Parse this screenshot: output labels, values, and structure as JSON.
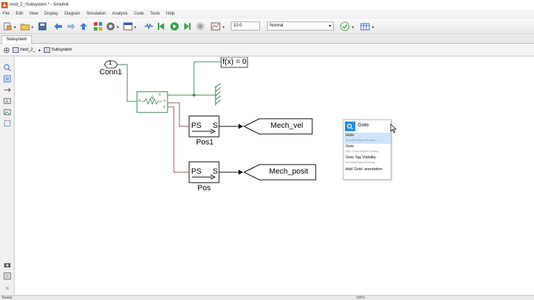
{
  "window": {
    "title": "mod_2_/Subsystem * - Simulink"
  },
  "menu": [
    "File",
    "Edit",
    "View",
    "Display",
    "Diagram",
    "Simulation",
    "Analysis",
    "Code",
    "Tools",
    "Help"
  ],
  "toolbar": {
    "stop_time": "10.0",
    "sim_mode": "Normal",
    "icons": [
      "new-model-icon",
      "open-folder-icon",
      "save-icon",
      "back-arrow-icon",
      "forward-arrow-icon",
      "up-to-parent-icon",
      "library-browser-icon",
      "model-config-icon",
      "step-back-icon",
      "run-icon",
      "step-forward-icon",
      "stop-icon",
      "scope-icon",
      "check-icon",
      "grid-icon"
    ]
  },
  "tabs": [
    {
      "label": "Subsystem"
    }
  ],
  "breadcrumb": {
    "items": [
      "mod_2_",
      "Subsystem"
    ]
  },
  "diagram": {
    "conn_port_number": "1",
    "conn_label": "Conn1",
    "solver_block_text": "f(x) = 0",
    "ps_block_1": {
      "in": "PS",
      "out": "S",
      "label": "Pos1"
    },
    "ps_block_2": {
      "in": "PS",
      "out": "S",
      "label": "Pos"
    },
    "goto_1_tag": "Mech_vel",
    "goto_2_tag": "Mech_posit",
    "sensor_port_c": "C",
    "sensor_port_r": "R",
    "sensor_port_v": "V",
    "sensor_port_p": "P"
  },
  "quick_insert": {
    "query": "Goto",
    "items": [
      {
        "name": "Goto",
        "library": "Simulink/Signal Routing",
        "selected": true
      },
      {
        "name": "Goto",
        "library": "HDL Coder/Signal Routing",
        "selected": false
      },
      {
        "name": "Goto Tag Visibility",
        "library": "Simulink/Signal Routing",
        "selected": false
      }
    ],
    "annotation": "Add 'Goto' annotation"
  },
  "status": {
    "left": "Ready",
    "zoom": "100%"
  },
  "colors": {
    "connection_line": "#3a8a54",
    "physical_signal_line": "#a94a4a",
    "signal_line": "#000000",
    "selection_blue": "#1e90e8",
    "sensor_green": "#2e7d4a"
  }
}
